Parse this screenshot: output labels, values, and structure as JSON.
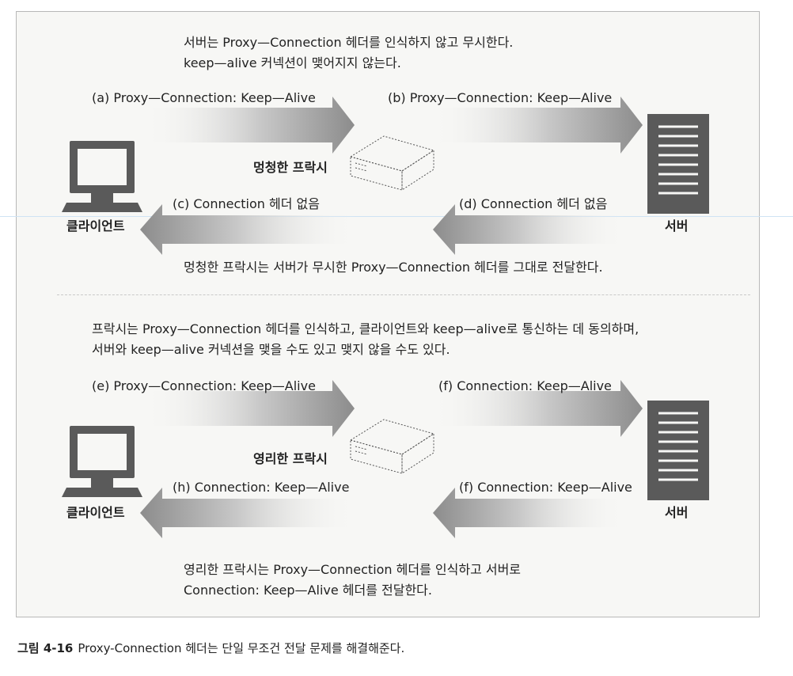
{
  "top": {
    "note_line1": "서버는 Proxy—Connection 헤더를 인식하지 않고 무시한다.",
    "note_line2": "keep—alive 커넥션이 맺어지지 않는다.",
    "label_a": "(a) Proxy—Connection: Keep—Alive",
    "label_b": "(b) Proxy—Connection: Keep—Alive",
    "label_c": "(c) Connection 헤더 없음",
    "label_d": "(d) Connection 헤더 없음",
    "proxy_label": "멍청한 프락시",
    "client_label": "클라이언트",
    "server_label": "서버",
    "bottom_note": "멍청한 프락시는 서버가 무시한 Proxy—Connection 헤더를 그대로 전달한다."
  },
  "bottom": {
    "note_line1": "프락시는 Proxy—Connection 헤더를 인식하고, 클라이언트와 keep—alive로 통신하는 데 동의하며,",
    "note_line2": "서버와 keep—alive 커넥션을 맺을 수도 있고 맺지 않을 수도 있다.",
    "label_e": "(e) Proxy—Connection: Keep—Alive",
    "label_f1": "(f) Connection: Keep—Alive",
    "label_h": "(h) Connection: Keep—Alive",
    "label_f2": "(f) Connection: Keep—Alive",
    "proxy_label": "영리한 프락시",
    "client_label": "클라이언트",
    "server_label": "서버",
    "bottom_note_line1": "영리한 프락시는 Proxy—Connection 헤더를 인식하고 서버로",
    "bottom_note_line2": "Connection: Keep—Alive 헤더를 전달한다."
  },
  "caption": {
    "figure_number": "그림 4-16",
    "text": "Proxy-Connection 헤더는 단일 무조건 전달 문제를 해결해준다."
  }
}
